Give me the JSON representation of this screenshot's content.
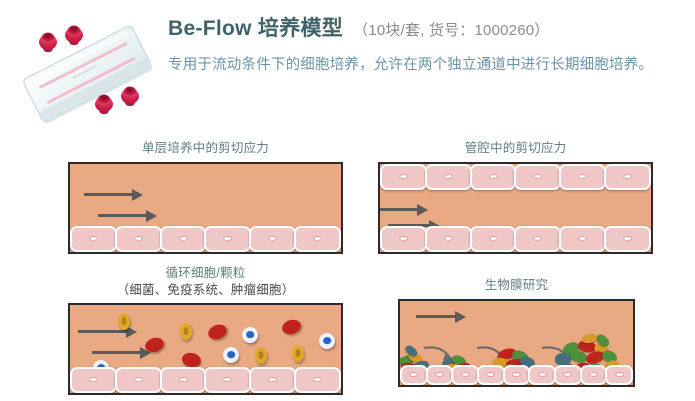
{
  "header": {
    "product_image_alt": "be-flow-slide-photo",
    "title": "Be-Flow 培养模型",
    "title_paren": "（10块/套, 货号：1000260）",
    "description": "专用于流动条件下的细胞培养，允许在两个独立通道中进行长期细胞培养。",
    "title_color": "#3f6368",
    "paren_color": "#8c8c8c",
    "desc_color": "#6d93a6"
  },
  "panels": [
    {
      "id": "monolayer-shear",
      "label_main": "单层培养中的剪切应力",
      "label_sub": "",
      "label_color": "#5f7d82",
      "vessel_color": "#e8a983",
      "cell_color": "#f0c7c7",
      "cell_count": 6,
      "arrows": 2,
      "cells_top": false,
      "cells_bottom": true
    },
    {
      "id": "lumen-shear",
      "label_main": "管腔中的剪切应力",
      "label_sub": "",
      "label_color": "#5f7d82",
      "vessel_color": "#e8a983",
      "cell_color": "#f0c7c7",
      "cell_count": 6,
      "arrows": 2,
      "cells_top": true,
      "cells_bottom": true
    },
    {
      "id": "circulating-cells",
      "label_main": "循环细胞/颗粒",
      "label_sub": "（细菌、免疫系统、肿瘤细胞）",
      "label_color": "#5b8275",
      "label_sub_color": "#4a4a4a",
      "vessel_color": "#e8a983",
      "cell_color": "#f0c7c7",
      "cell_count": 6,
      "arrows": 2,
      "cells_top": false,
      "cells_bottom": true
    },
    {
      "id": "biofilm-study",
      "label_main": "生物膜研究",
      "label_sub": "",
      "label_color": "#5f7d82",
      "vessel_color": "#e8a983",
      "cell_color": "#f0c7c7",
      "cell_count": 9,
      "arrows": 1,
      "cells_top": false,
      "cells_bottom": true
    }
  ],
  "legend_colors": {
    "red_blood_cell": "#c0231b",
    "gold_cell": "#e0a92c",
    "white_blood_cell": "#eef2f8",
    "wbc_nucleus": "#2563c9",
    "bacteria_green": "#4e8f3c",
    "bacteria_red": "#c0231b",
    "bacteria_teal": "#44707c",
    "bacteria_orange": "#d79a2b",
    "arrow": "#5a5a5a",
    "vessel_border": "#2b2b2b"
  }
}
